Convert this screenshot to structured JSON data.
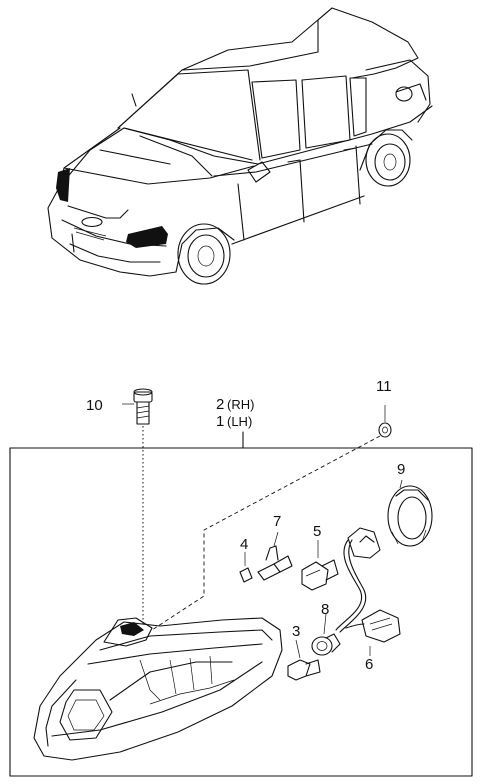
{
  "callouts": {
    "c1": "1",
    "c1_side": "(LH)",
    "c2": "2",
    "c2_side": "(RH)",
    "c3": "3",
    "c4": "4",
    "c5": "5",
    "c6": "6",
    "c7": "7",
    "c8": "8",
    "c9": "9",
    "c10": "10",
    "c11": "11"
  }
}
